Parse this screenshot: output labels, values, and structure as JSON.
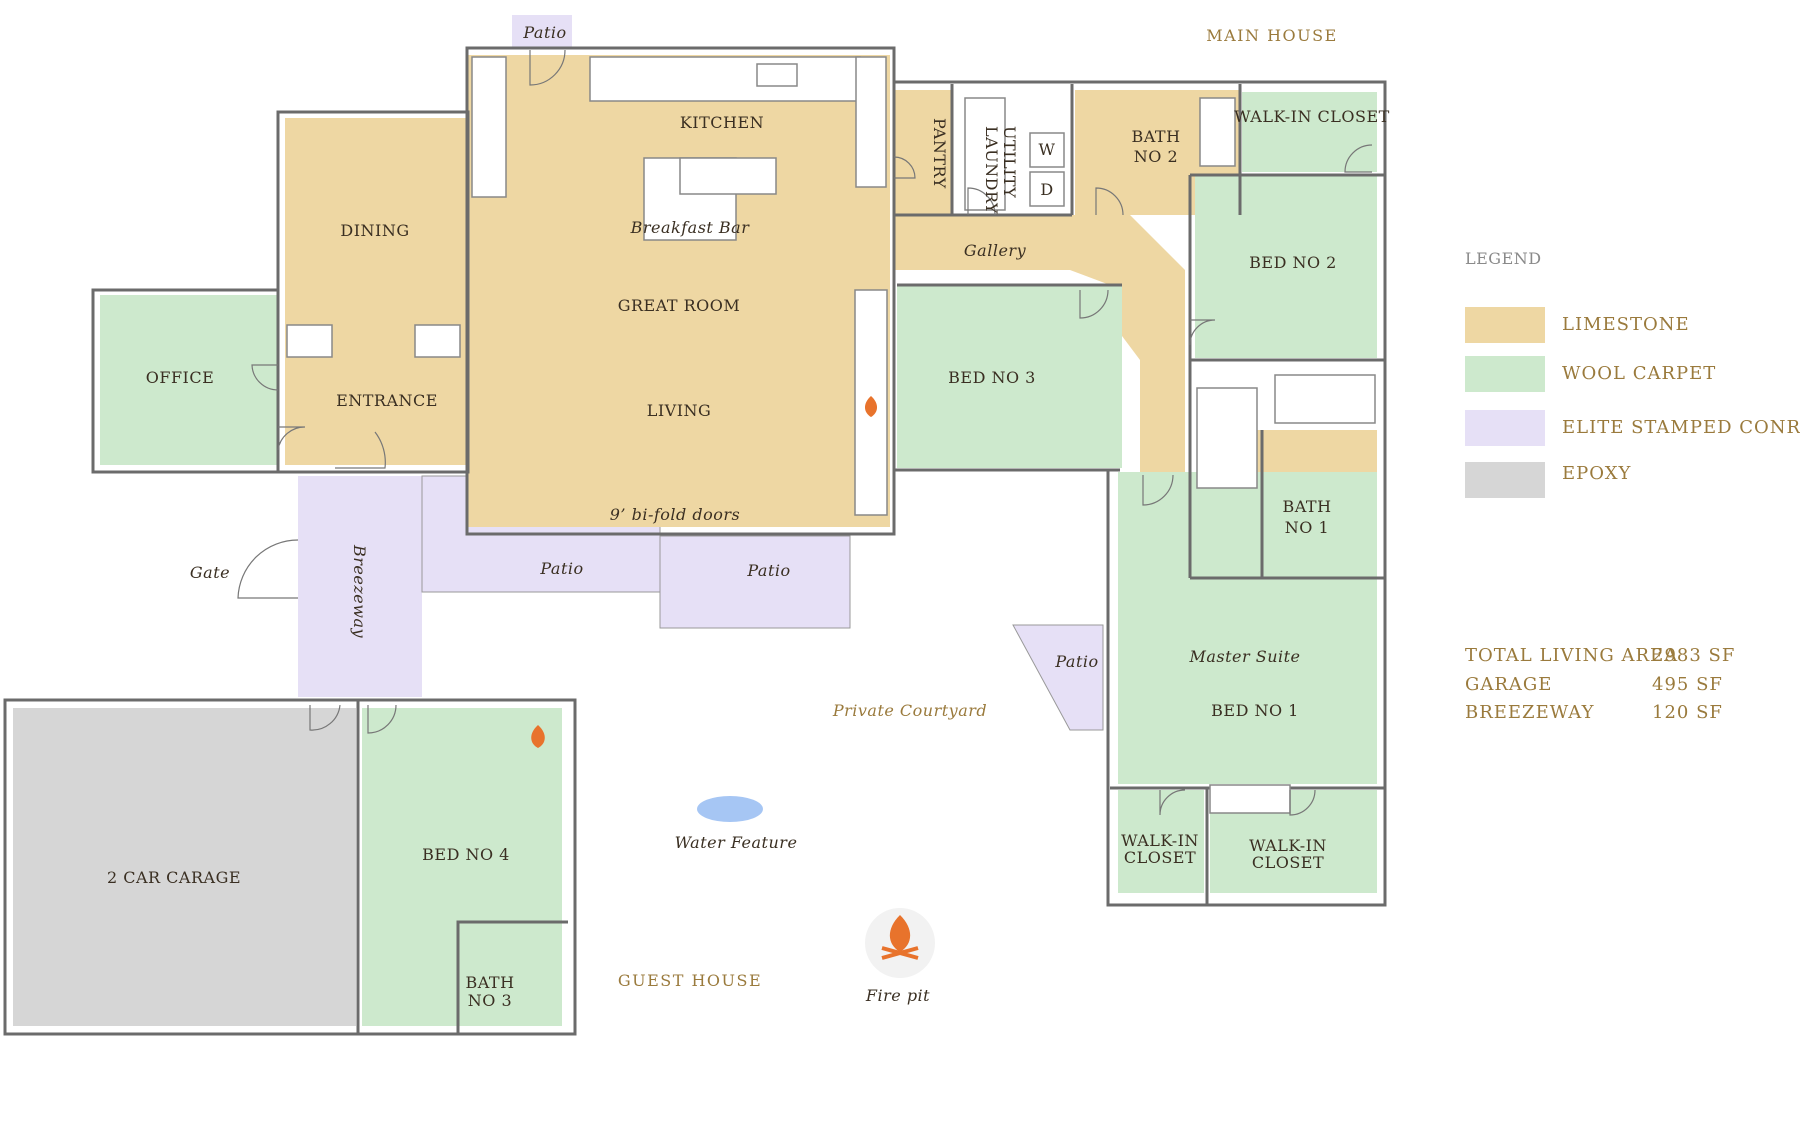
{
  "colors": {
    "limestone": "#eed7a3",
    "wool_carpet": "#cde9cd",
    "stamped_concrete": "#e6e0f6",
    "epoxy": "#d6d6d6",
    "water": "#a6c6f4",
    "fire": "#e8732c",
    "text": "#3a2f22",
    "gold": "#9a7a3c"
  },
  "headings": {
    "main_house": "MAIN HOUSE",
    "guest_house": "GUEST HOUSE"
  },
  "rooms": {
    "kitchen": "KITCHEN",
    "breakfast_bar": "Breakfast Bar",
    "dining": "DINING",
    "great_room": "GREAT ROOM",
    "living": "LIVING",
    "entrance": "ENTRANCE",
    "office": "OFFICE",
    "pantry": "PANTRY",
    "utility": "UTILITY",
    "laundry": "LAUNDRY",
    "washer": "W",
    "dryer": "D",
    "bath2_line1": "BATH",
    "bath2_line2": "NO 2",
    "walkin_closet_top": "WALK-IN CLOSET",
    "gallery": "Gallery",
    "bed2": "BED NO 2",
    "bed3": "BED NO 3",
    "bath1_line1": "BATH",
    "bath1_line2": "NO 1",
    "master_suite": "Master Suite",
    "bed1": "BED NO 1",
    "walkin_a_line1": "WALK-IN",
    "walkin_a_line2": "CLOSET",
    "walkin_b_line1": "WALK-IN",
    "walkin_b_line2": "CLOSET",
    "bifold": "9’ bi-fold doors",
    "garage": "2 CAR CARAGE",
    "bed4": "BED NO 4",
    "bath3_line1": "BATH",
    "bath3_line2": "NO 3"
  },
  "outdoor": {
    "patio_top": "Patio",
    "gate": "Gate",
    "breezeway": "Breezeway",
    "patio_left": "Patio",
    "patio_right": "Patio",
    "patio_courtyard": "Patio",
    "private_courtyard": "Private Courtyard",
    "water_feature": "Water Feature",
    "fire_pit": "Fire pit"
  },
  "legend": {
    "title": "LEGEND",
    "items": [
      {
        "label": "LIMESTONE",
        "color": "#eed7a3"
      },
      {
        "label": "WOOL CARPET",
        "color": "#cde9cd"
      },
      {
        "label": "ELITE STAMPED CONRETE",
        "color": "#e6e0f6"
      },
      {
        "label": "EPOXY",
        "color": "#d6d6d6"
      }
    ]
  },
  "areas": [
    {
      "label": "TOTAL LIVING AREA",
      "value": "2983 SF"
    },
    {
      "label": "GARAGE",
      "value": "495 SF"
    },
    {
      "label": "BREEZEWAY",
      "value": "120 SF"
    }
  ]
}
